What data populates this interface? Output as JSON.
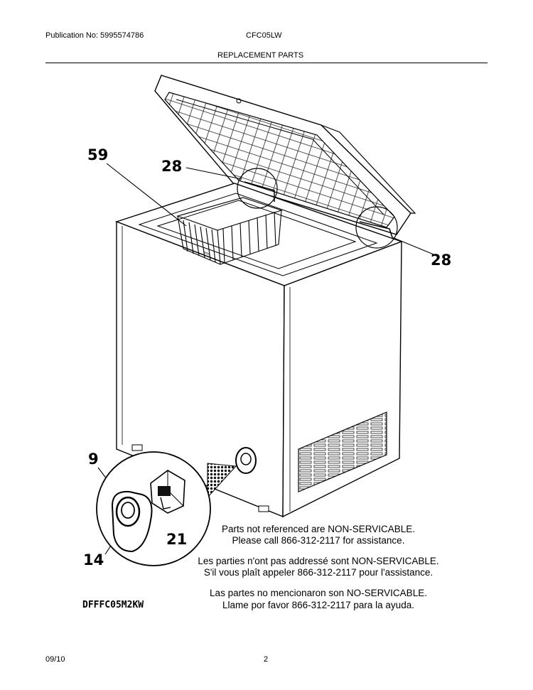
{
  "header": {
    "publication": "Publication No: 5995574786",
    "model": "CFC05LW",
    "section": "REPLACEMENT PARTS"
  },
  "callouts": {
    "c59": "59",
    "c28a": "28",
    "c28b": "28",
    "c9": "9",
    "c14": "14",
    "c21": "21"
  },
  "notes": {
    "en_line1": "Parts not referenced are NON-SERVICABLE.",
    "en_line2": "Please call 866-312-2117 for assistance.",
    "fr_line1": "Les parties n'ont pas addressé sont NON-SERVICABLE.",
    "fr_line2": "S'il vous plaît appeler 866-312-2117 pour l'assistance.",
    "es_line1": "Las partes no mencionaron son NO-SERVICABLE.",
    "es_line2": "Llame por favor 866-312-2117 para la ayuda."
  },
  "diagram_model": "DFFFC05M2KW",
  "footer": {
    "date": "09/10",
    "page": "2"
  }
}
